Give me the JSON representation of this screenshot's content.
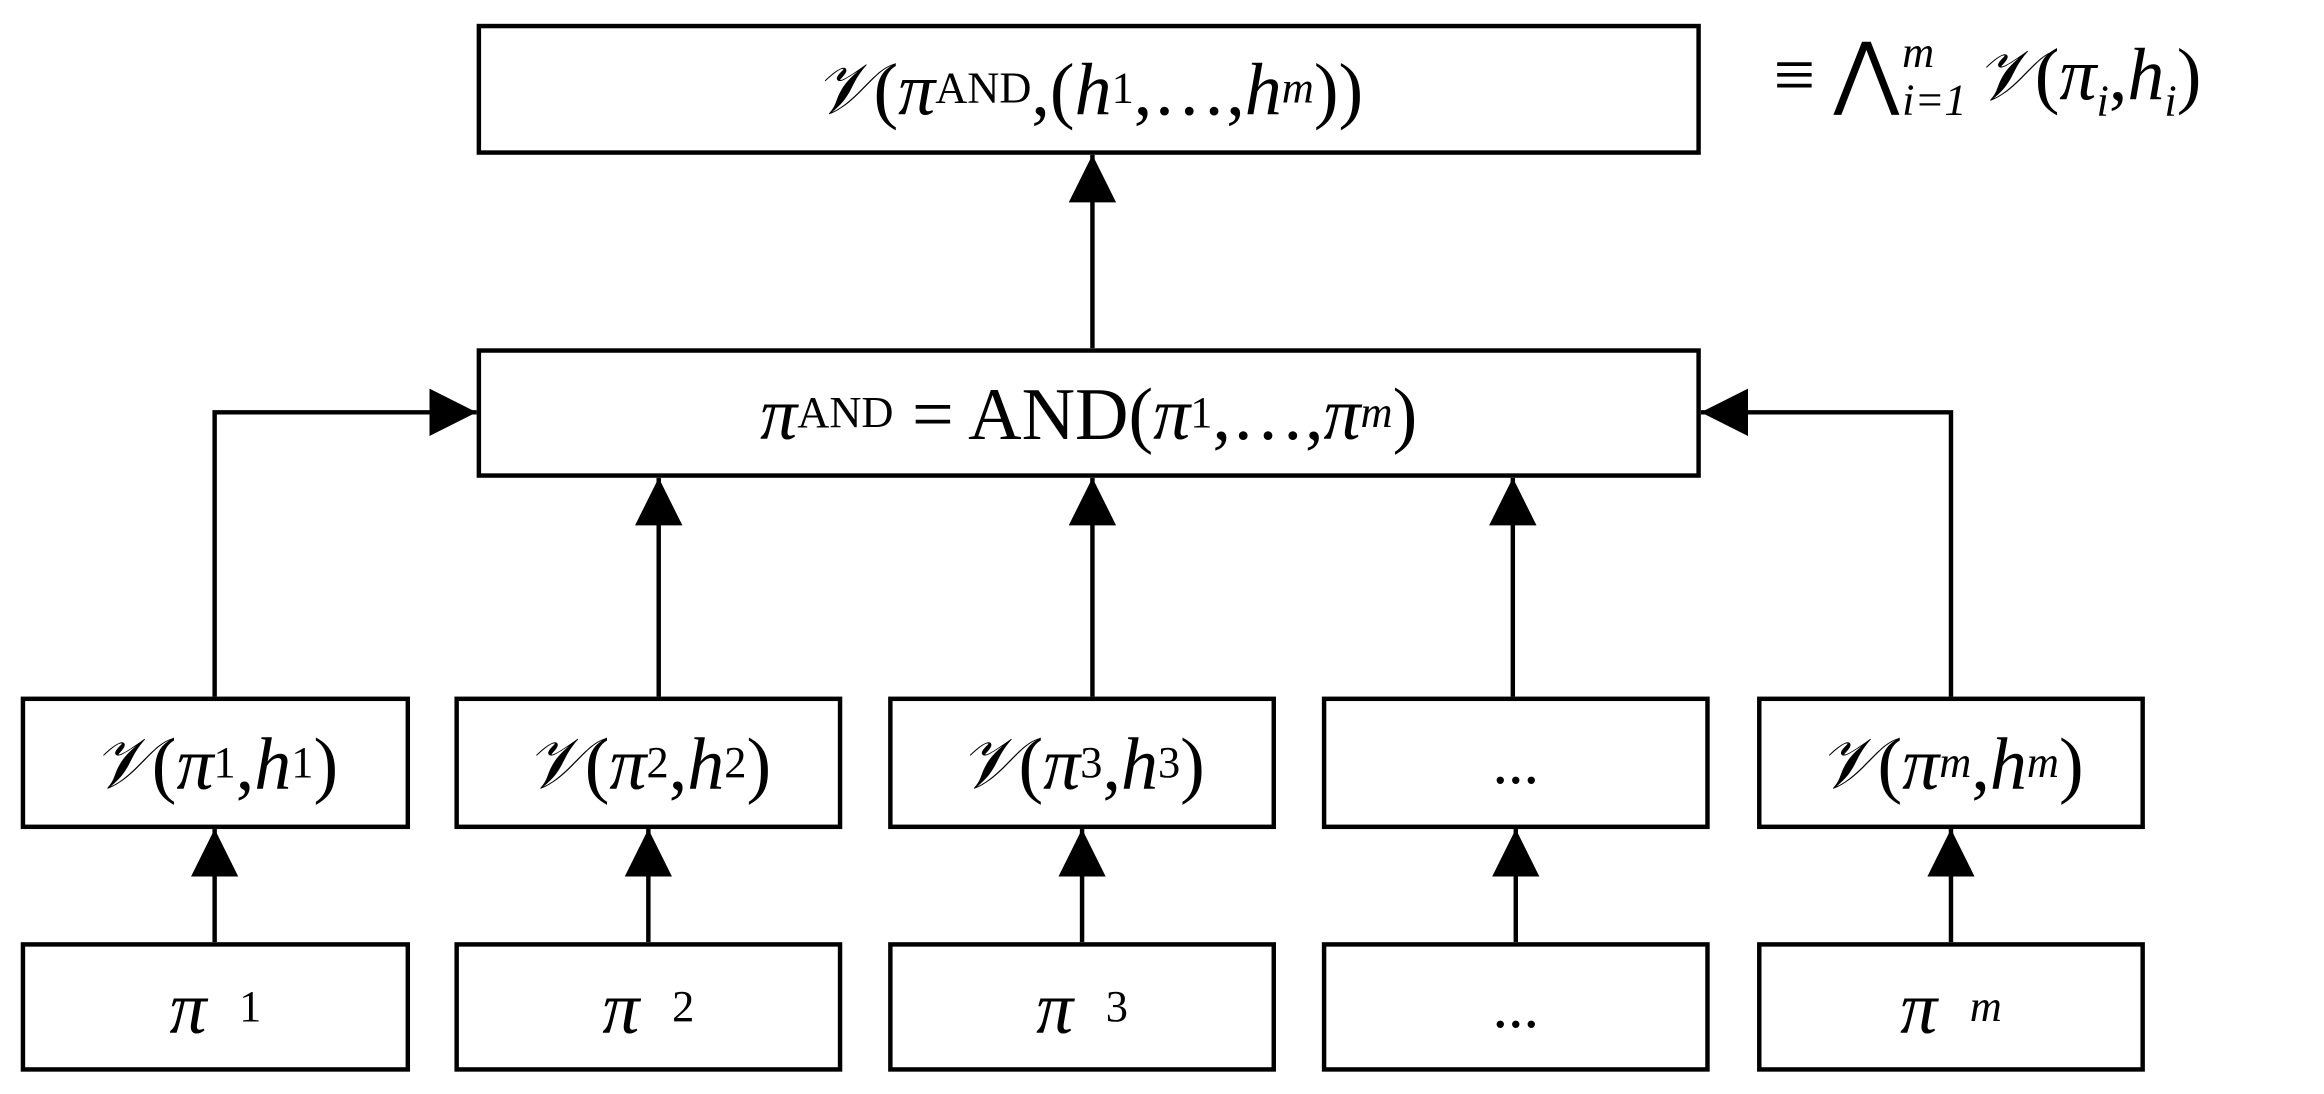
{
  "diagram": {
    "top": {
      "V": "𝒱",
      "open": "(",
      "pi": "π",
      "sub": "AND",
      "args_open": ",(",
      "h1": "h",
      "h1_sub": "1",
      "dots": ",…,",
      "hm": "h",
      "hm_sub": "m",
      "close": "))"
    },
    "equivalence": {
      "equiv": "≡",
      "bigand": "⋀",
      "upper": "m",
      "lower": "i=1",
      "V": "𝒱",
      "open": "(",
      "pi": "π",
      "pi_sub": "i",
      "comma": ",",
      "h": "h",
      "h_sub": "i",
      "close": ")"
    },
    "middle": {
      "pi": "π",
      "sub": "AND",
      "eq": " = AND(",
      "p1": "π",
      "p1_sub": "1",
      "dots": ",…,",
      "pm": "π",
      "pm_sub": "m",
      "close": ")"
    },
    "verifiers": [
      {
        "V": "𝒱",
        "open": "(",
        "pi": "π",
        "pi_sub": "1",
        "comma": ",",
        "h": "h",
        "h_sub": "1",
        "close": ")"
      },
      {
        "V": "𝒱",
        "open": "(",
        "pi": "π",
        "pi_sub": "2",
        "comma": ",",
        "h": "h",
        "h_sub": "2",
        "close": ")"
      },
      {
        "V": "𝒱",
        "open": "(",
        "pi": "π",
        "pi_sub": "3",
        "comma": ",",
        "h": "h",
        "h_sub": "3",
        "close": ")"
      },
      {
        "text": "..."
      },
      {
        "V": "𝒱",
        "open": "(",
        "pi": "π",
        "pi_sub": "m",
        "comma": ",",
        "h": "h",
        "h_sub": "m",
        "close": ")"
      }
    ],
    "inputs": [
      {
        "pi": "π",
        "sub": "1"
      },
      {
        "pi": "π",
        "sub": "2"
      },
      {
        "pi": "π",
        "sub": "3"
      },
      {
        "text": "..."
      },
      {
        "pi": "π",
        "sub": "m"
      }
    ]
  }
}
